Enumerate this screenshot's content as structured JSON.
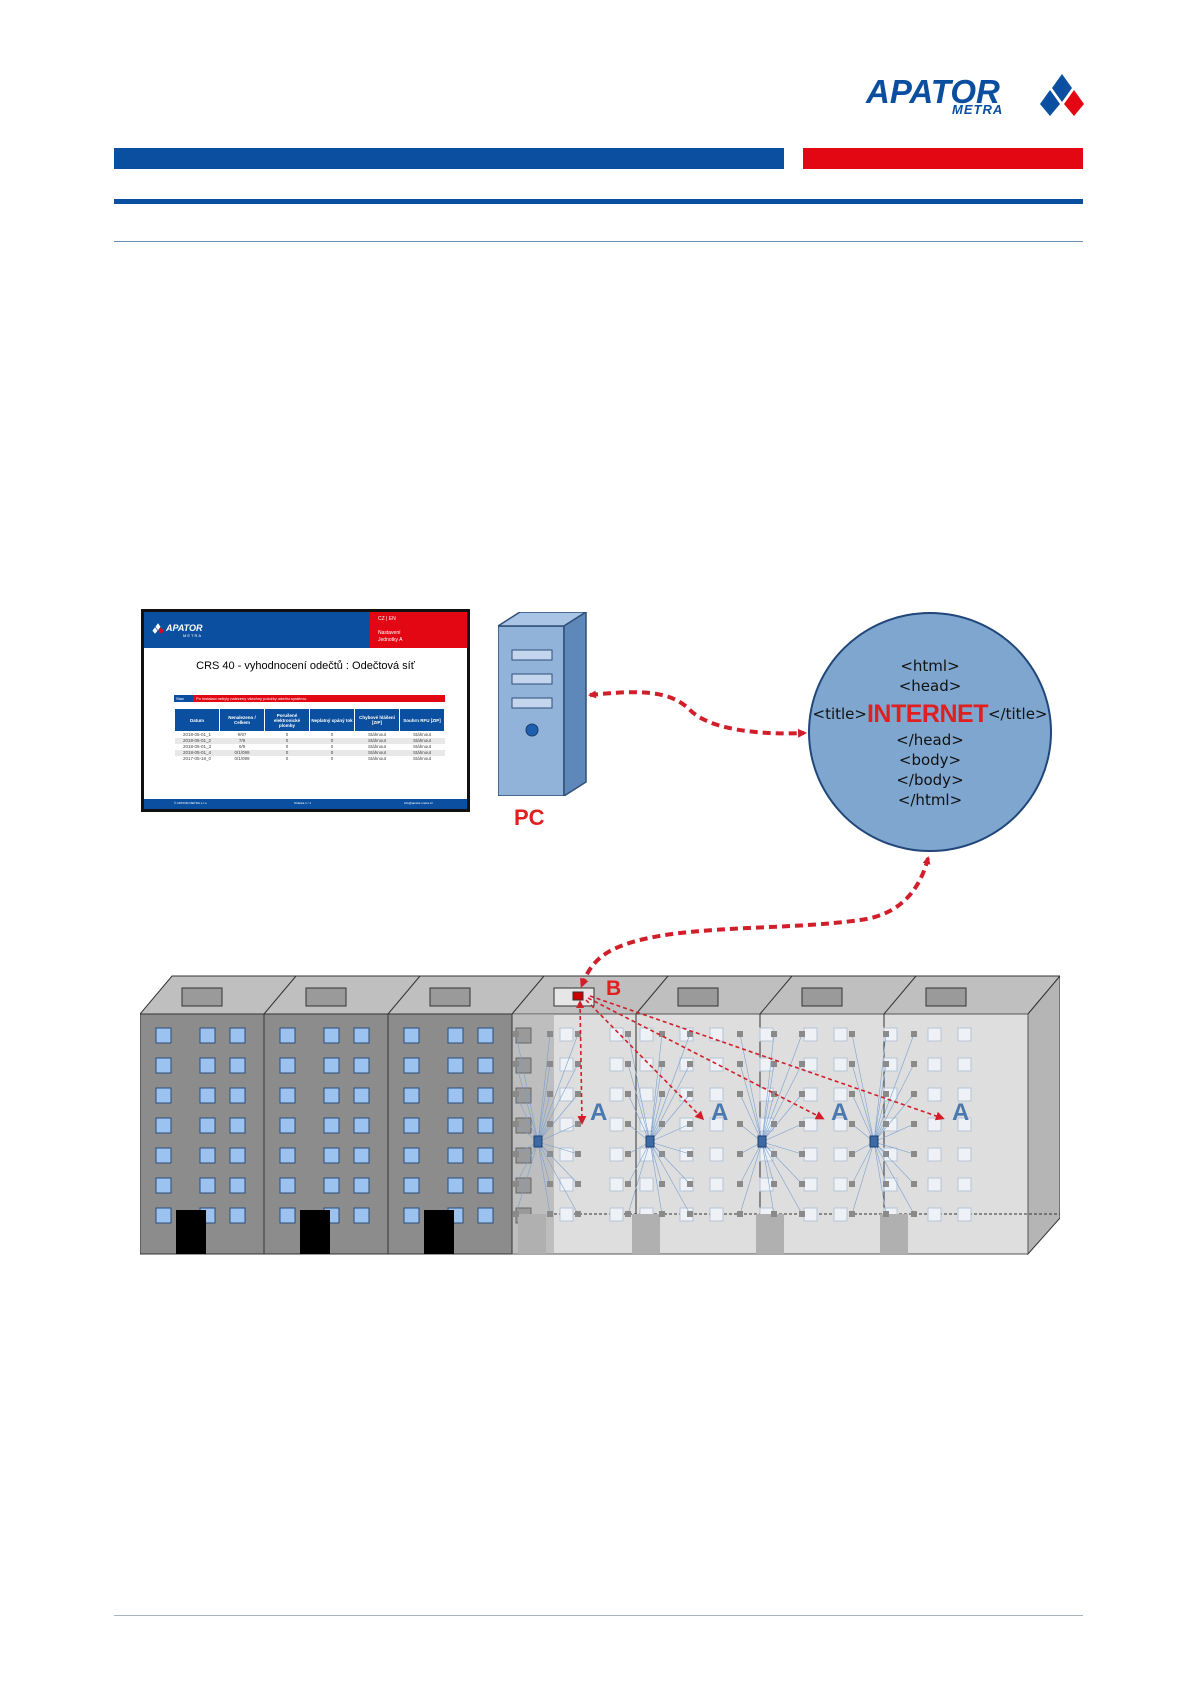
{
  "brand": {
    "name": "APATOR",
    "sub": "METRA",
    "colors": {
      "blue": "#0b50a0",
      "red": "#e30613"
    }
  },
  "screen": {
    "logo": "APATOR",
    "logo_sub": "METRA",
    "lang": "CZ | EN",
    "sub_line1": "Nastavení",
    "sub_line2": "Jednotky A",
    "title": "CRS 40 - vyhodnocení odečtů : Odečtová síť",
    "stav_label": "Stav",
    "stav_text": "Po instalaci nebyly nalezeny všechny položky odečtu systému.",
    "columns": [
      "Datum",
      "Nenalezeno / Celkem",
      "Porušené elektronické plomby",
      "Neplatný spáný tok",
      "Chybové hlášení [ZIP]",
      "Souhrn RFU [ZIP]"
    ],
    "rows": [
      [
        "2018-05-01_1",
        "9/97",
        "0",
        "0",
        "Stáhnout",
        "Stáhnout"
      ],
      [
        "2018-05-01_2",
        "7/9",
        "0",
        "0",
        "Stáhnout",
        "Stáhnout"
      ],
      [
        "2018-05-01_3",
        "0/9",
        "0",
        "0",
        "Stáhnout",
        "Stáhnout"
      ],
      [
        "2018-05-01_4",
        "0/1/099",
        "0",
        "0",
        "Stáhnout",
        "Stáhnout"
      ],
      [
        "2017-05-18_0",
        "0/1/099",
        "0",
        "0",
        "Stáhnout",
        "Stáhnout"
      ]
    ],
    "footer_left": "© APATOR METRA s.r.o.",
    "footer_mid": "Stránka 1 / 1",
    "footer_right": "info@apator-metra.cz"
  },
  "pc_label": "PC",
  "internet": {
    "lines_top": [
      "<html>",
      "<head>"
    ],
    "title_open": "<title>",
    "word": "INTERNET",
    "title_close": "</title>",
    "lines_bottom": [
      "</head>",
      "<body>",
      "</body>",
      "</html>"
    ]
  },
  "labels": {
    "b": "B",
    "a": "A"
  }
}
